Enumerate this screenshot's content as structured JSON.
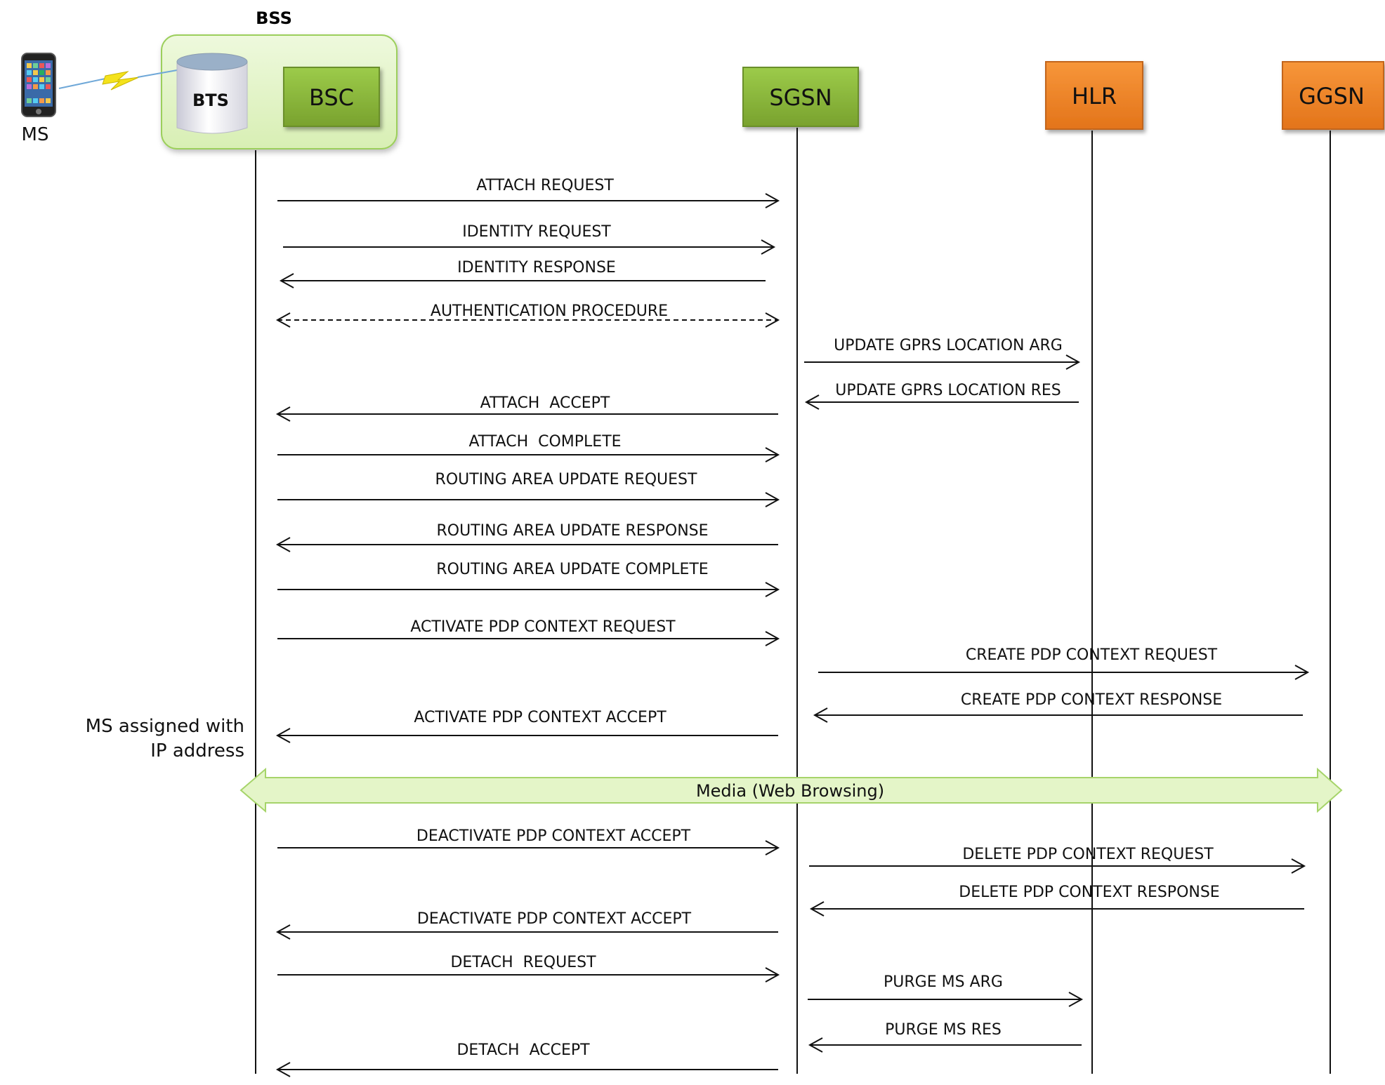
{
  "bss_label": "BSS",
  "ms_label": "MS",
  "bts_label": "BTS",
  "bsc_label": "BSC",
  "nodes": [
    {
      "id": "sgsn",
      "label": "SGSN",
      "color": "#8ab33c"
    },
    {
      "id": "hlr",
      "label": "HLR",
      "color": "#f08424"
    },
    {
      "id": "ggsn",
      "label": "GGSN",
      "color": "#f08424"
    }
  ],
  "colors": {
    "green_box": "#8ab33c",
    "bss_panel": "#e1f4c2",
    "bss_panel_border": "#9ccf5c",
    "orange_box": "#f08424",
    "media_arrow_fill": "#e4f5c8",
    "media_arrow_stroke": "#a6d46a",
    "line": "#111111"
  },
  "ms_note": [
    "MS assigned with",
    "IP address"
  ],
  "media_label": "Media (Web Browsing)",
  "messages": [
    {
      "label": "ATTACH REQUEST",
      "from": "bss",
      "to": "sgsn"
    },
    {
      "label": "IDENTITY REQUEST",
      "from": "bss",
      "to": "sgsn"
    },
    {
      "label": "IDENTITY RESPONSE",
      "from": "sgsn",
      "to": "bss"
    },
    {
      "label": "AUTHENTICATION PROCEDURE",
      "from": "bss",
      "to": "sgsn",
      "style": "dashed-bidirectional"
    },
    {
      "label": "UPDATE GPRS LOCATION ARG",
      "from": "sgsn",
      "to": "hlr"
    },
    {
      "label": "UPDATE GPRS LOCATION RES",
      "from": "hlr",
      "to": "sgsn"
    },
    {
      "label": "ATTACH  ACCEPT",
      "from": "sgsn",
      "to": "bss"
    },
    {
      "label": "ATTACH  COMPLETE",
      "from": "bss",
      "to": "sgsn"
    },
    {
      "label": "ROUTING AREA UPDATE REQUEST",
      "from": "bss",
      "to": "sgsn"
    },
    {
      "label": "ROUTING AREA UPDATE RESPONSE",
      "from": "sgsn",
      "to": "bss"
    },
    {
      "label": "ROUTING AREA UPDATE COMPLETE",
      "from": "bss",
      "to": "sgsn"
    },
    {
      "label": "ACTIVATE PDP CONTEXT REQUEST",
      "from": "bss",
      "to": "sgsn"
    },
    {
      "label": "CREATE PDP CONTEXT REQUEST",
      "from": "sgsn",
      "to": "ggsn"
    },
    {
      "label": "CREATE PDP CONTEXT RESPONSE",
      "from": "ggsn",
      "to": "sgsn"
    },
    {
      "label": "ACTIVATE PDP CONTEXT ACCEPT",
      "from": "sgsn",
      "to": "bss"
    },
    {
      "label": "DEACTIVATE PDP CONTEXT ACCEPT",
      "from": "bss",
      "to": "sgsn"
    },
    {
      "label": "DELETE PDP CONTEXT REQUEST",
      "from": "sgsn",
      "to": "ggsn"
    },
    {
      "label": "DELETE PDP CONTEXT RESPONSE",
      "from": "ggsn",
      "to": "sgsn"
    },
    {
      "label": "DEACTIVATE PDP CONTEXT ACCEPT",
      "from": "sgsn",
      "to": "bss"
    },
    {
      "label": "DETACH  REQUEST",
      "from": "bss",
      "to": "sgsn"
    },
    {
      "label": "PURGE MS ARG",
      "from": "sgsn",
      "to": "hlr"
    },
    {
      "label": "PURGE MS RES",
      "from": "hlr",
      "to": "sgsn"
    },
    {
      "label": "DETACH  ACCEPT",
      "from": "sgsn",
      "to": "bss"
    }
  ]
}
